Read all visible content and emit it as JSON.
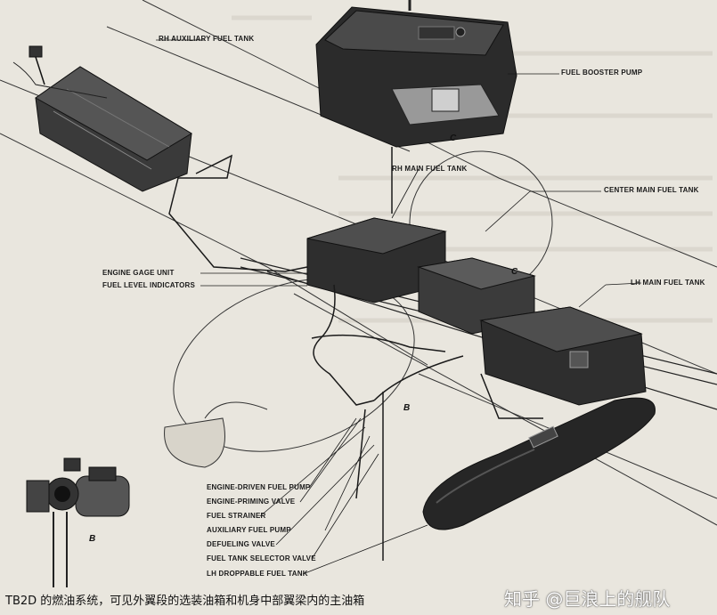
{
  "labels": {
    "rh_aux_tank": "RH AUXILIARY FUEL TANK",
    "fuel_booster_pump": "FUEL BOOSTER PUMP",
    "rh_main_tank": "RH MAIN FUEL TANK",
    "center_main_tank": "CENTER MAIN FUEL TANK",
    "lh_main_tank": "LH MAIN FUEL TANK",
    "engine_gage_unit": "ENGINE GAGE UNIT",
    "fuel_level_indicators": "FUEL LEVEL INDICATORS",
    "engine_driven_pump": "ENGINE-DRIVEN FUEL PUMP",
    "engine_priming_valve": "ENGINE-PRIMING VALVE",
    "fuel_strainer": "FUEL STRAINER",
    "aux_fuel_pump": "AUXILIARY FUEL PUMP",
    "defueling_valve": "DEFUELING VALVE",
    "selector_valve": "FUEL TANK SELECTOR VALVE",
    "lh_droppable_tank": "LH DROPPABLE FUEL TANK"
  },
  "callouts": {
    "c_top": "C",
    "c_mid": "C",
    "b_mid": "B",
    "b_inset": "B"
  },
  "caption": "TB2D 的燃油系统，可见外翼段的选装油箱和机身中部翼梁内的主油箱",
  "watermark": "知乎 @巨浪上的舰队",
  "colors": {
    "background": "#e9e6de",
    "tank_dark": "#2b2b2b",
    "line": "#1a1a1a"
  }
}
